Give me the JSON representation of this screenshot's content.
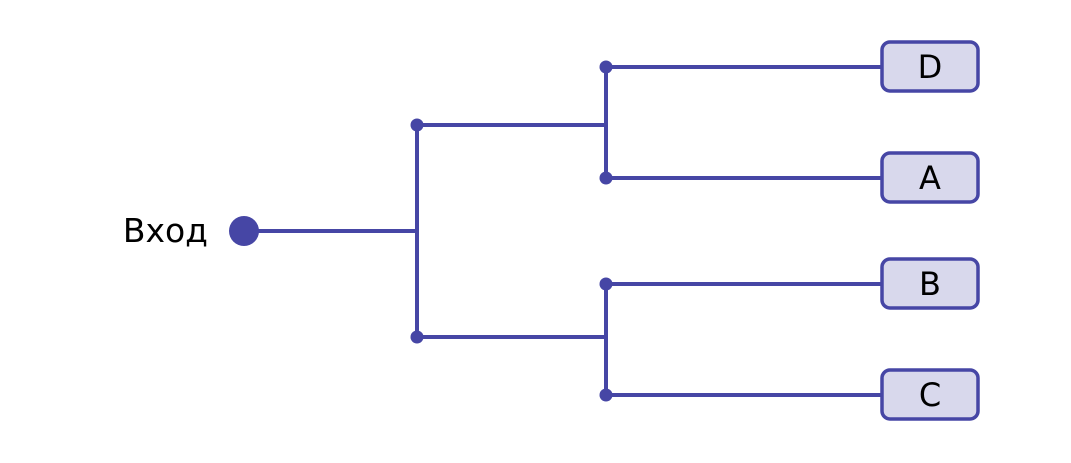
{
  "diagram": {
    "input_label": "Вход",
    "outputs": [
      "D",
      "A",
      "B",
      "C"
    ],
    "colors": {
      "stroke": "#4646a5",
      "box_fill": "#d8d8ec",
      "text": "#000000",
      "background": "#ffffff"
    }
  }
}
